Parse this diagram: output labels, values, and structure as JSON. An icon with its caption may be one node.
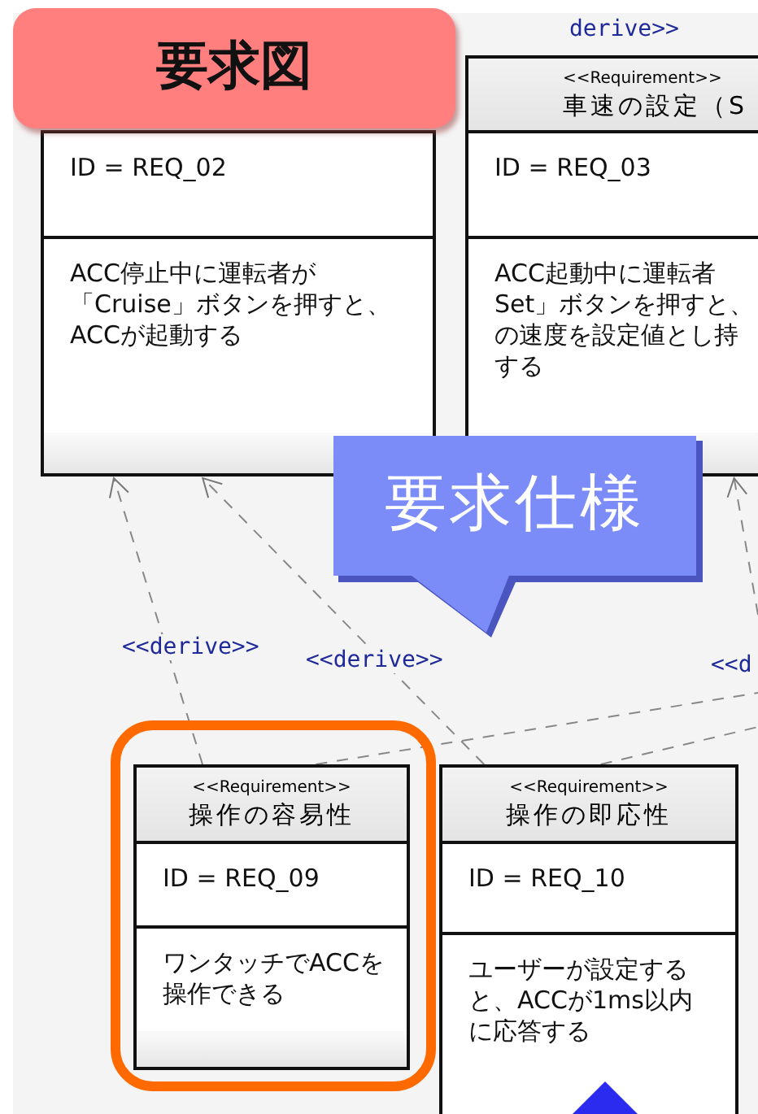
{
  "diagram": {
    "nodes": [
      {
        "text": [
          "要求図"
        ]
      },
      {
        "text": [
          "ID = REQ_02",
          "ACC停止中に運転者が「Cruise」ボタンを押すと、ACCが起動する"
        ]
      },
      {
        "text": [
          "<<Requirement>>",
          "車速の設定（S",
          "ID = REQ_03",
          "ACC起動中に運転者Set」ボタンを押すと、の速度を設定値とし持する"
        ]
      },
      {
        "text": [
          "要求仕様"
        ]
      },
      {
        "text": [
          "<<Requirement>>",
          "操作の容易性",
          "ID = REQ_09",
          "ワンタッチでACCを操作できる"
        ]
      },
      {
        "text": [
          "<<Requirement>>",
          "操作の即応性",
          "ID = REQ_10",
          "ユーザーが設定すると、ACCが1ms以内に応答する"
        ]
      }
    ],
    "edges": [
      {
        "from": 4,
        "to": 1,
        "arrow": "to",
        "style": "dashed",
        "label": "<<derive>>"
      },
      {
        "from": 5,
        "to": 1,
        "arrow": "to",
        "style": "dashed",
        "label": "<<derive>>"
      },
      {
        "from": 4,
        "to": null,
        "arrow": "none",
        "style": "dashed"
      },
      {
        "from": 5,
        "to": null,
        "arrow": "none",
        "style": "dashed"
      },
      {
        "from": null,
        "to": 2,
        "arrow": "to",
        "style": "dashed"
      }
    ],
    "labels": [
      "derive>>",
      "<<d"
    ]
  }
}
